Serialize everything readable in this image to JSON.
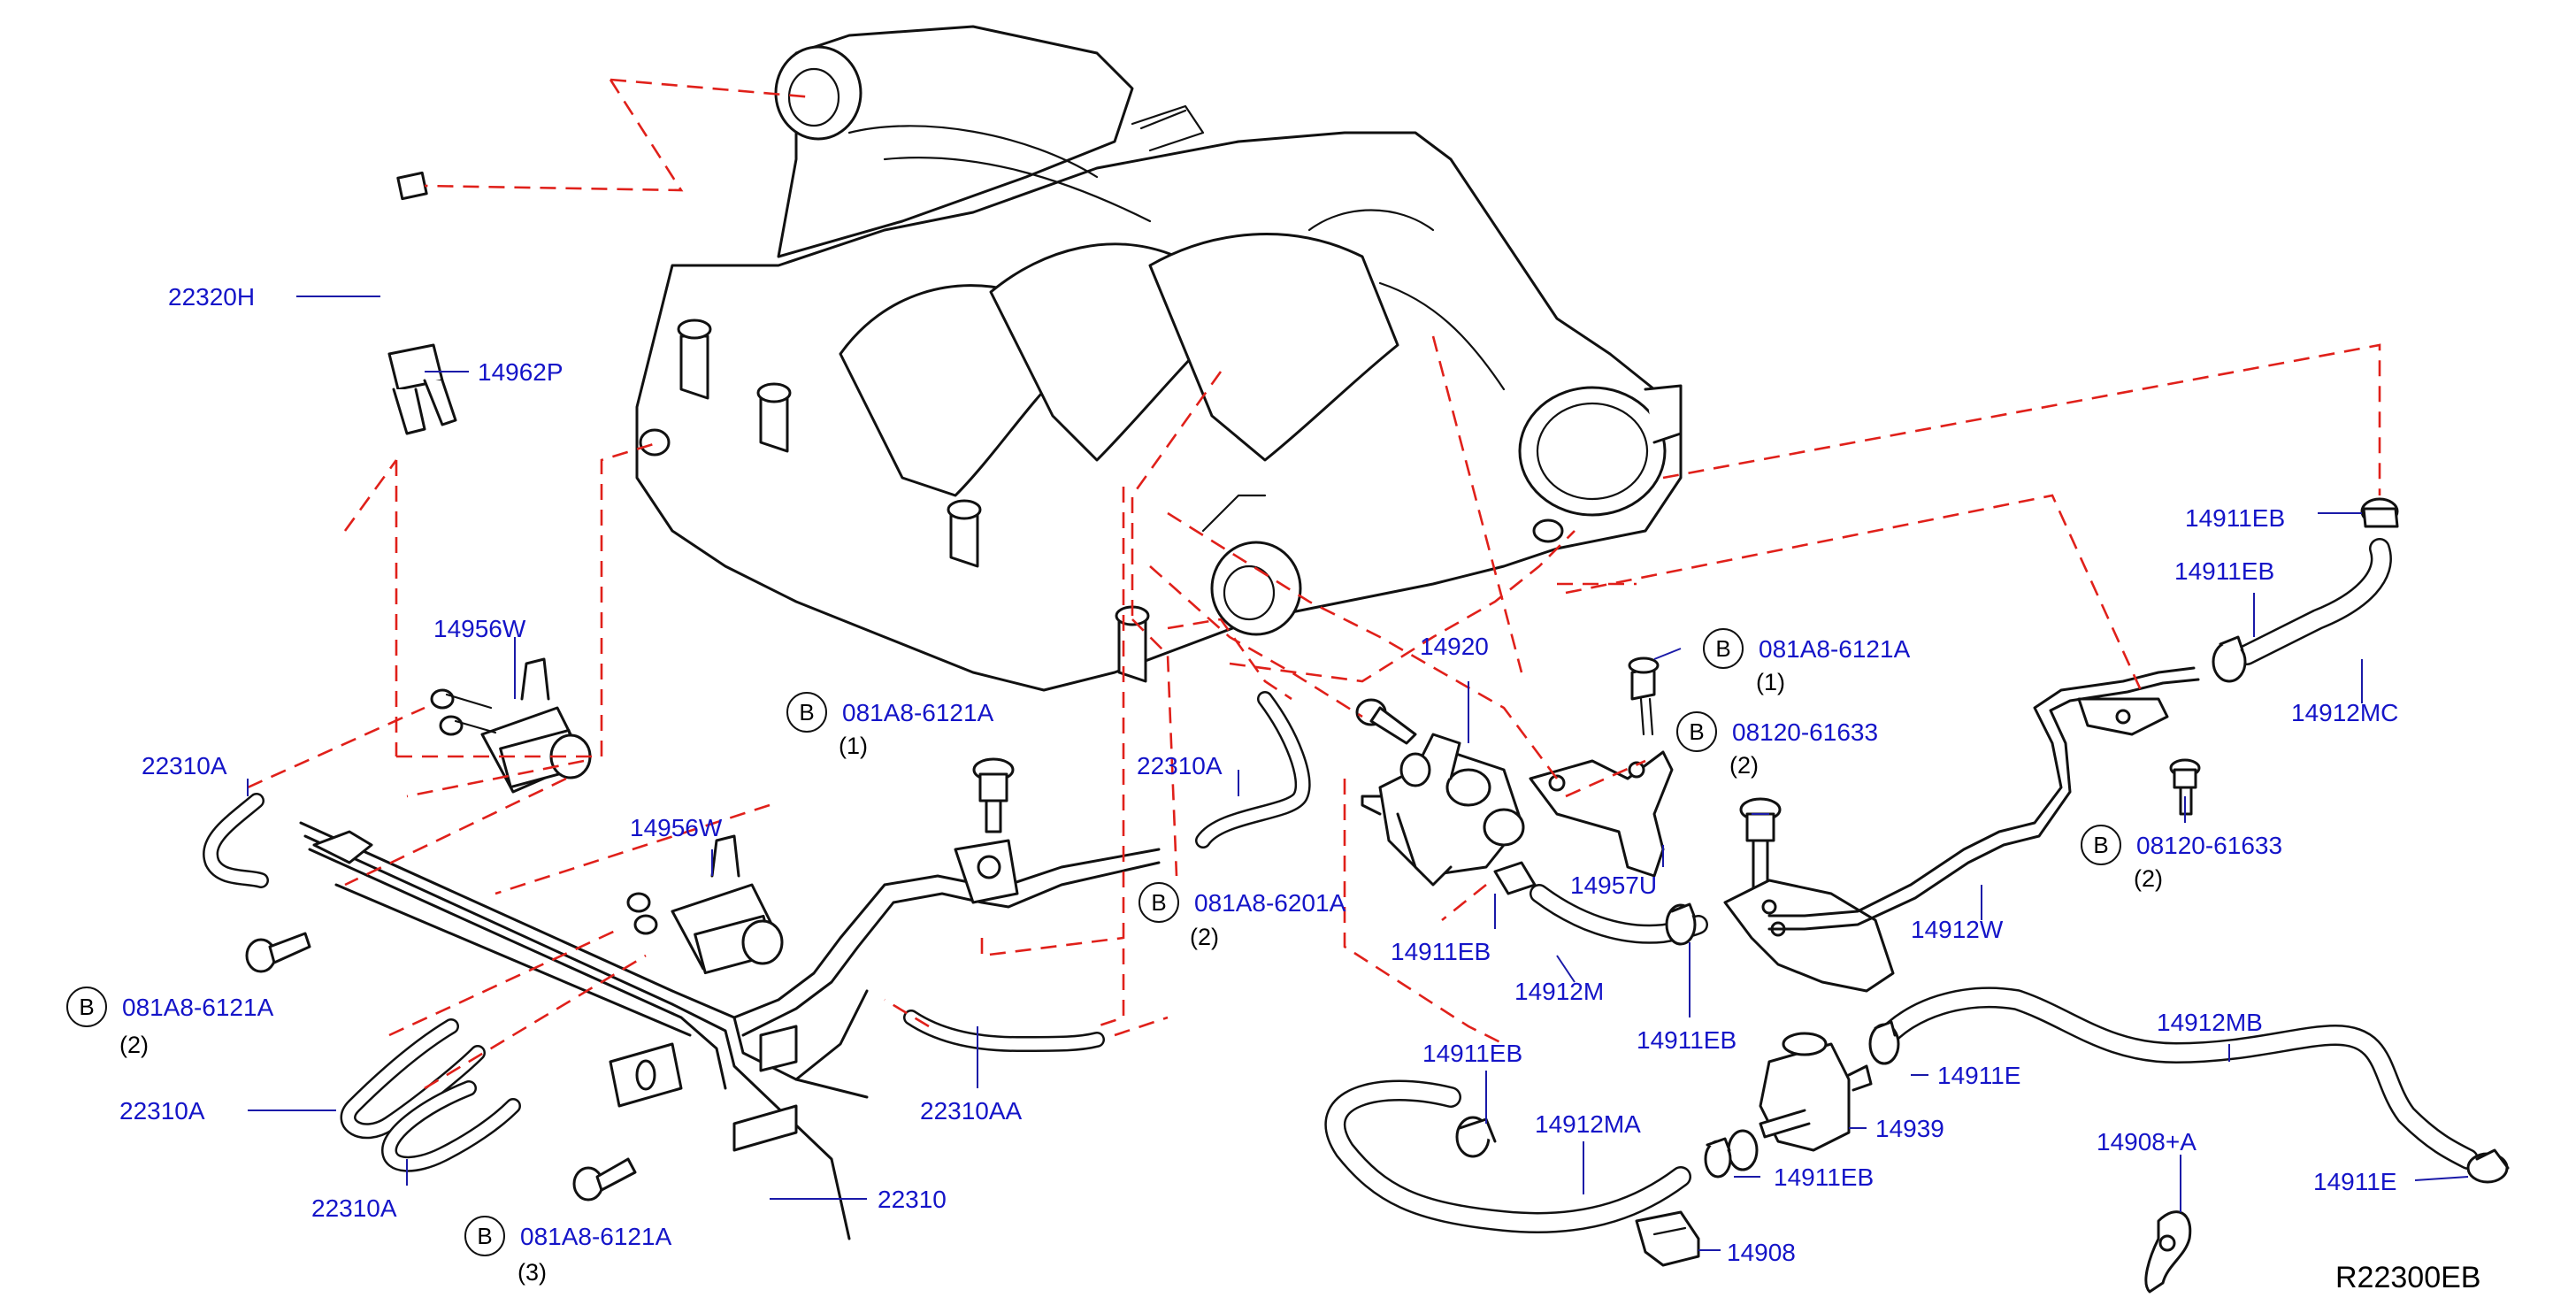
{
  "diagram_ref": "R22300EB",
  "callouts": {
    "p22320H": "22320H",
    "p14962P": "14962P",
    "p14956W_1": "14956W",
    "p22310A_1": "22310A",
    "p14956W_2": "14956W",
    "p22310A_2": "22310A",
    "p22310A_3": "22310A",
    "p22310A_4": "22310A",
    "p22310AA": "22310AA",
    "p22310": "22310",
    "p14920": "14920",
    "p14957U": "14957U",
    "p14911EB_1": "14911EB",
    "p14911EB_2": "14911EB",
    "p14911EB_3": "14911EB",
    "p14911EB_4": "14911EB",
    "p14911EB_5": "14911EB",
    "p14911EB_6": "14911EB",
    "p14912M": "14912M",
    "p14912MA": "14912MA",
    "p14912MB": "14912MB",
    "p14912MC": "14912MC",
    "p14912W": "14912W",
    "p14911E_1": "14911E",
    "p14911E_2": "14911E",
    "p14939": "14939",
    "p14908": "14908",
    "p14908A": "14908+A"
  },
  "bolts": [
    {
      "badge": "B",
      "part": "081A8-6121A",
      "qty": "(1)"
    },
    {
      "badge": "B",
      "part": "081A8-6121A",
      "qty": "(1)"
    },
    {
      "badge": "B",
      "part": "08120-61633",
      "qty": "(2)"
    },
    {
      "badge": "B",
      "part": "08120-61633",
      "qty": "(2)"
    },
    {
      "badge": "B",
      "part": "081A8-6201A",
      "qty": "(2)"
    },
    {
      "badge": "B",
      "part": "081A8-6121A",
      "qty": "(2)"
    },
    {
      "badge": "B",
      "part": "081A8-6121A",
      "qty": "(3)"
    }
  ],
  "colors": {
    "label": "#1414c8",
    "leader": "#1a1aa8",
    "dashed_guide": "#e0201a",
    "outline": "#111111"
  }
}
